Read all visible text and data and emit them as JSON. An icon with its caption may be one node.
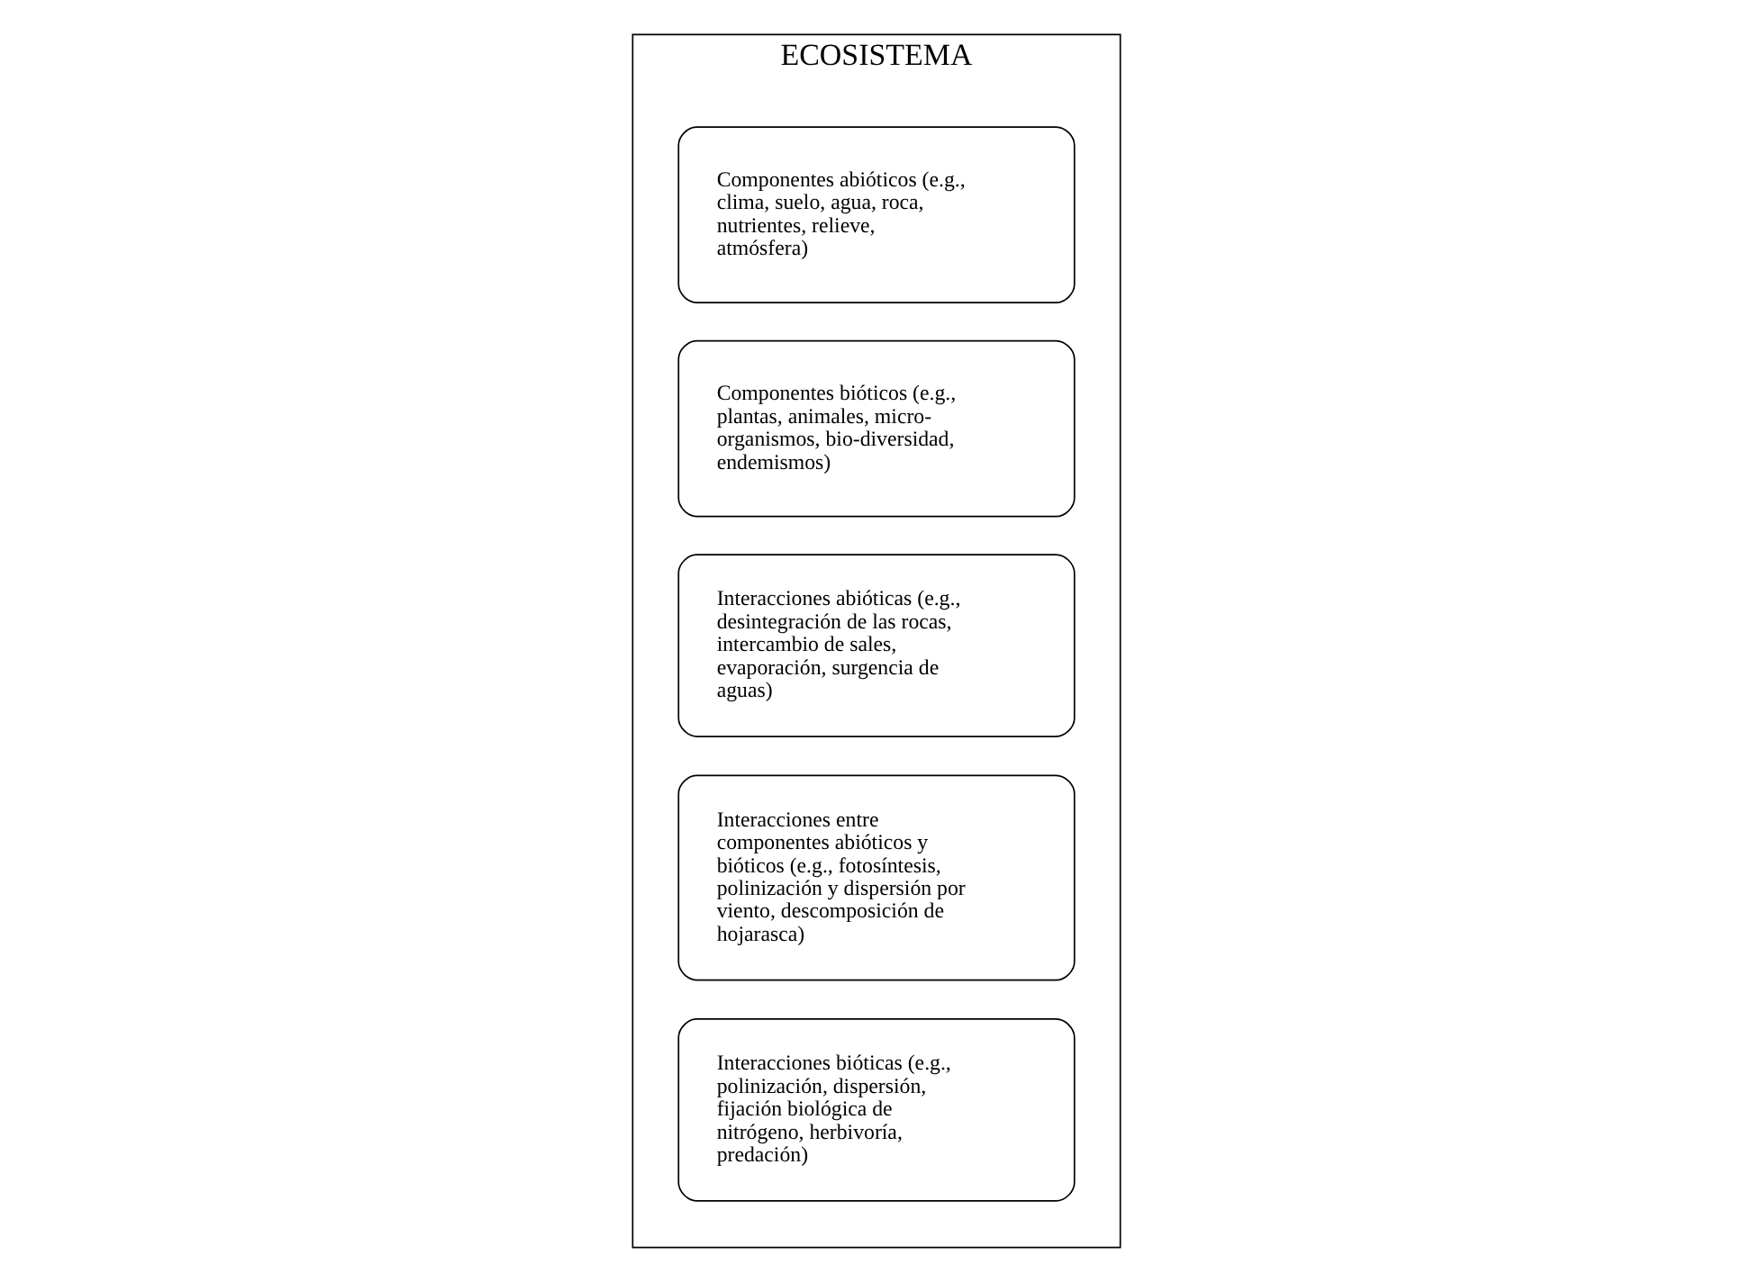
{
  "diagram": {
    "nodes": [
      {
        "text": [
          "ECOSISTEMA"
        ]
      },
      {
        "text": [
          "Componentes abióticos (e.g., clima, suelo, agua, roca, nutrientes, relieve, atmósfera)"
        ],
        "in": 0
      },
      {
        "text": [
          "Componentes bióticos (e.g., plantas, animales, micro-organismos, bio-diversidad, endemismos)"
        ],
        "in": 0
      },
      {
        "text": [
          "Interacciones abióticas (e.g., desintegración de las rocas, intercambio de sales, evaporación, surgencia de aguas)"
        ],
        "in": 0
      },
      {
        "text": [
          "Interacciones entre componentes abióticos y bióticos (e.g., fotosíntesis, polinización y dispersión por viento, descomposición de hojarasca)"
        ],
        "in": 0
      },
      {
        "text": [
          "Interacciones bióticas (e.g., polinización, dispersión, fijación biológica de nitrógeno, herbivoría, predación)"
        ],
        "in": 0
      }
    ],
    "edges": []
  }
}
